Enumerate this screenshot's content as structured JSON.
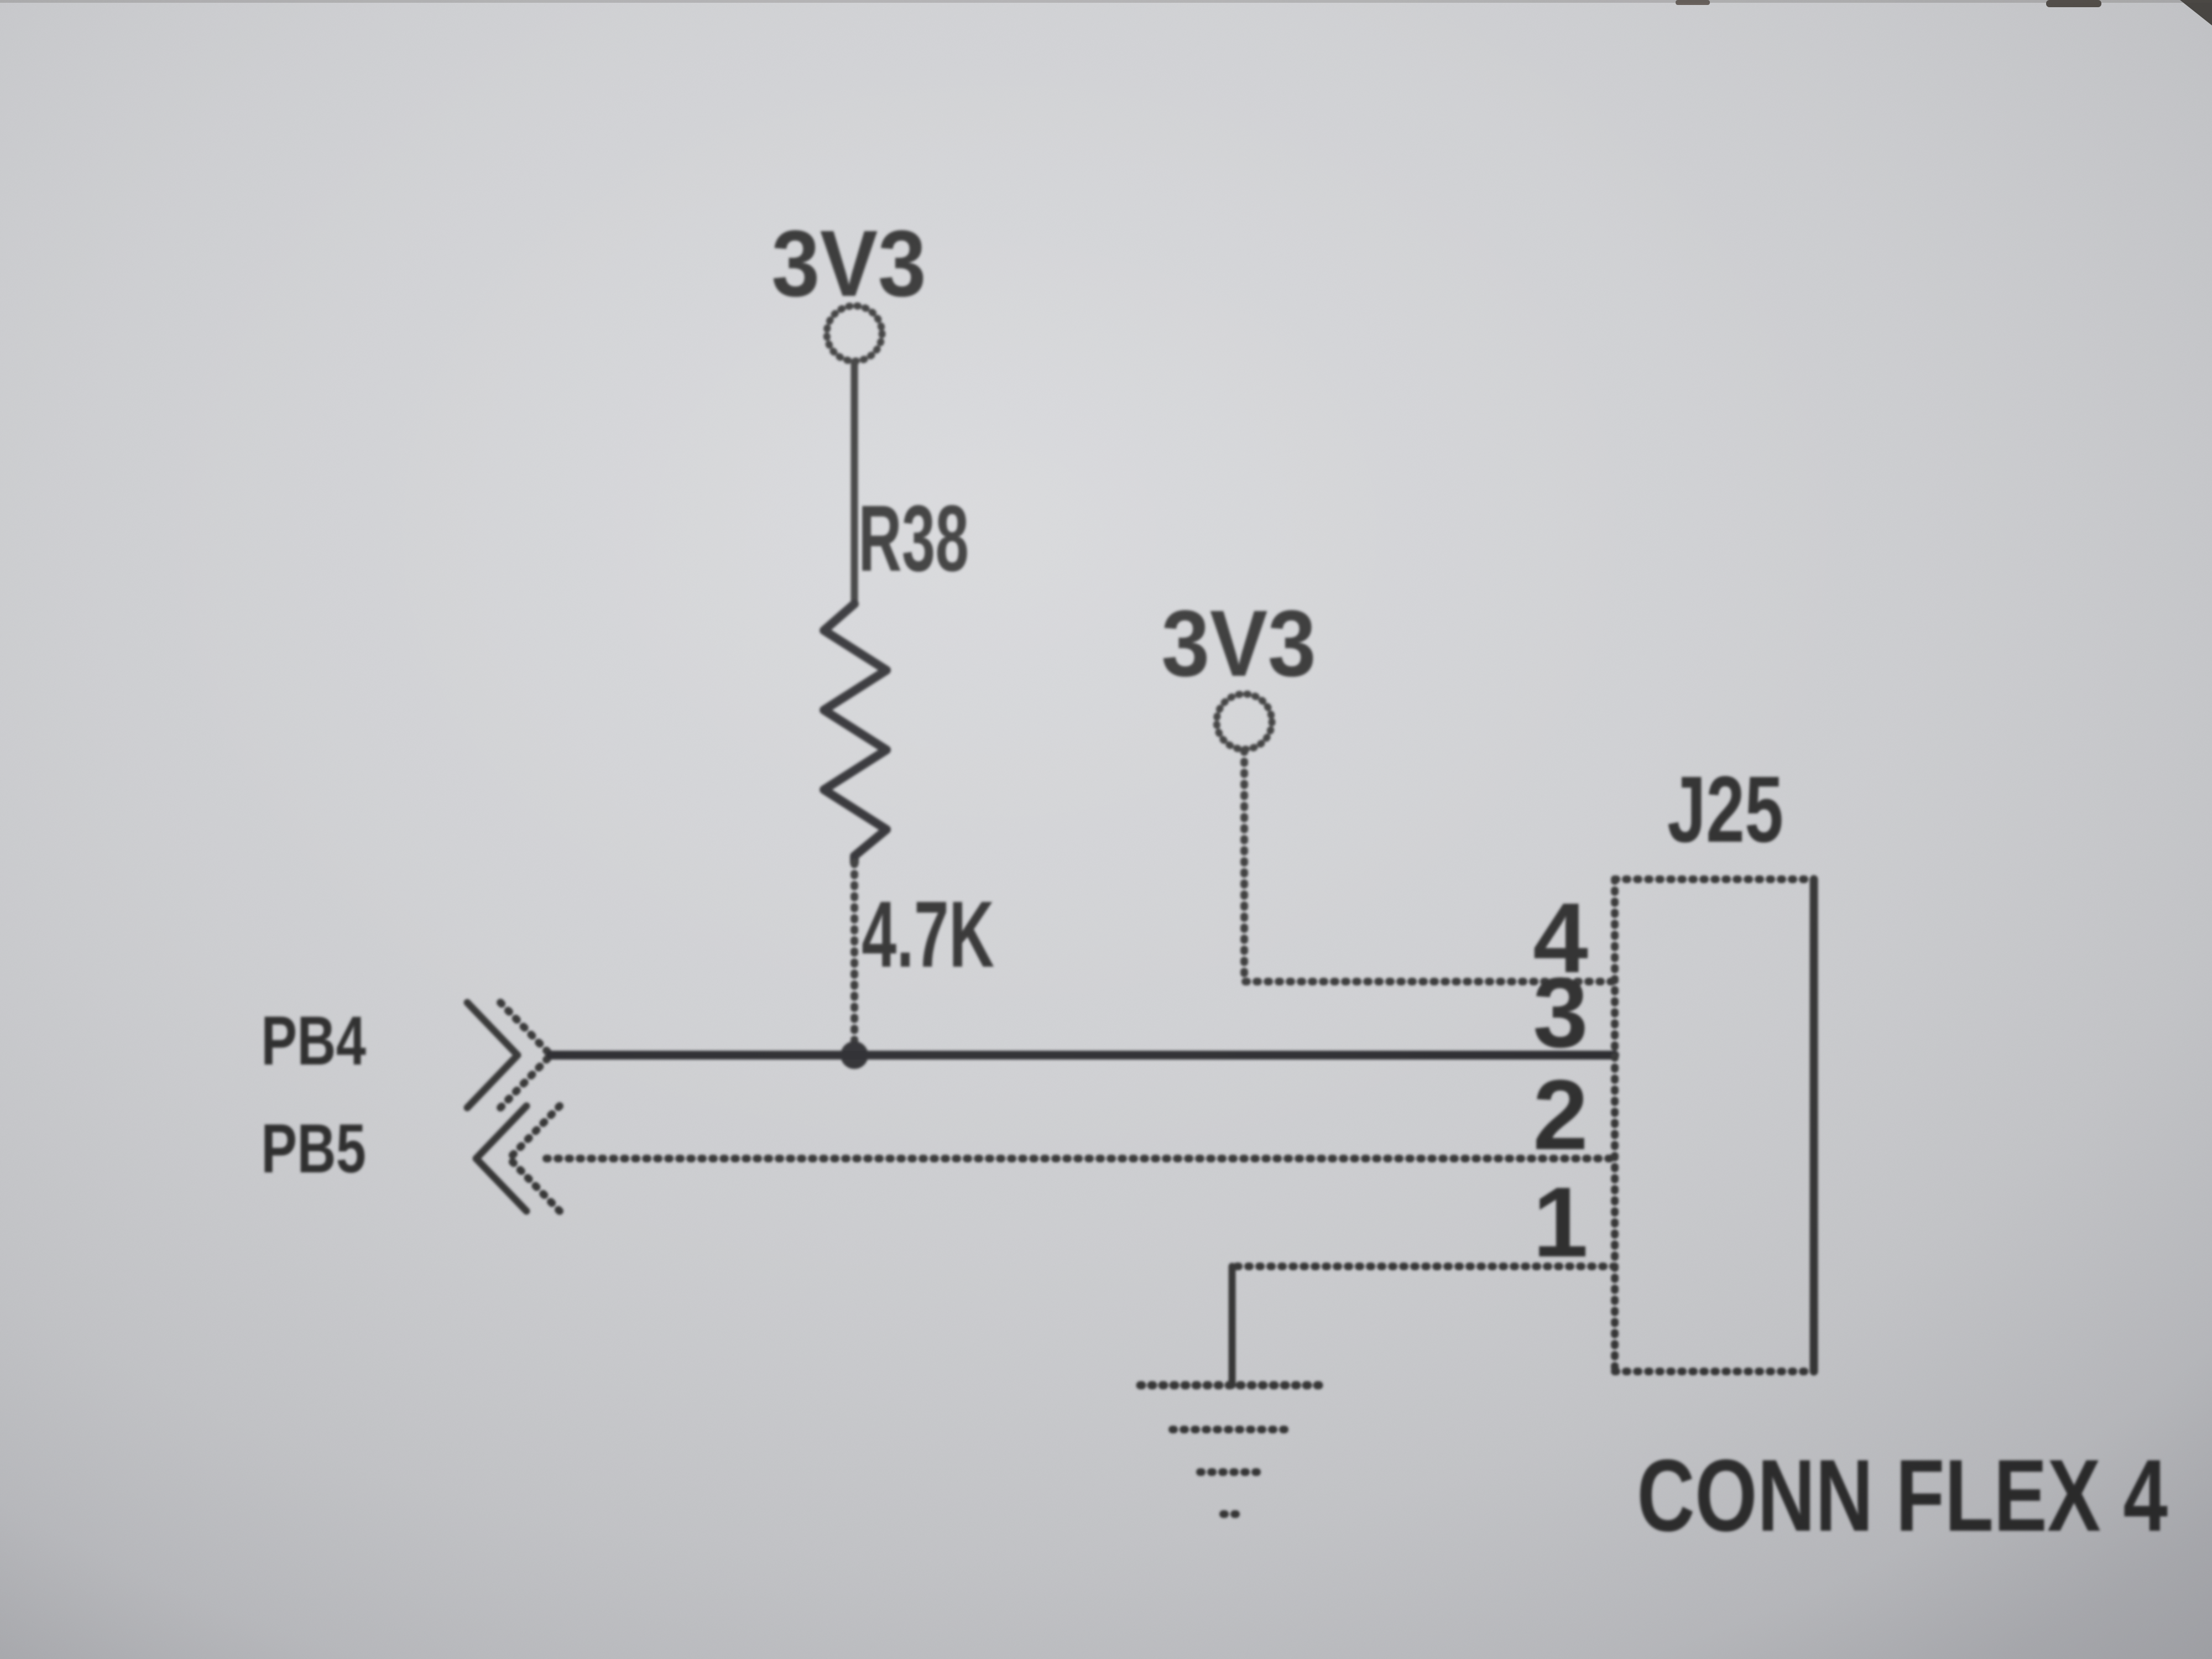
{
  "colors": {
    "paper": "#cdced1",
    "ink": "#2a2a2c"
  },
  "schematic": {
    "supply_left": {
      "net": "3V3"
    },
    "supply_right": {
      "net": "3V3"
    },
    "resistor": {
      "ref": "R38",
      "value": "4.7K"
    },
    "ports": [
      {
        "label": "PB4",
        "direction": "output-right"
      },
      {
        "label": "PB5",
        "direction": "input-left"
      }
    ],
    "connector": {
      "ref": "J25",
      "part": "CONN FLEX 4",
      "pins": [
        {
          "number": "4"
        },
        {
          "number": "3"
        },
        {
          "number": "2"
        },
        {
          "number": "1"
        }
      ]
    }
  }
}
